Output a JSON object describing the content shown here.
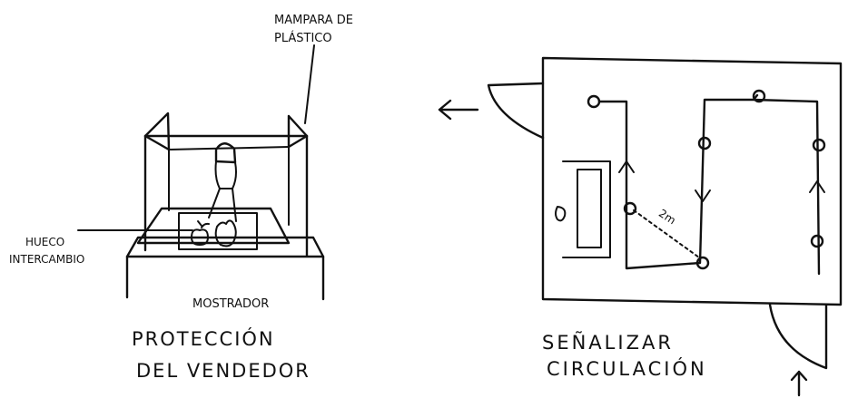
{
  "left_sketch": {
    "screen_label_line1": "MAMPARA DE",
    "screen_label_line2": "PLÁSTICO",
    "opening_label_line1": "HUECO",
    "opening_label_line2": "INTERCAMBIO",
    "counter_label": "MOSTRADOR",
    "caption_line1": "PROTECCIÓN",
    "caption_line2": "DEL VENDEDOR"
  },
  "right_sketch": {
    "distance_label": "2m",
    "caption_line1": "SEÑALIZAR",
    "caption_line2": "CIRCULACIÓN"
  }
}
